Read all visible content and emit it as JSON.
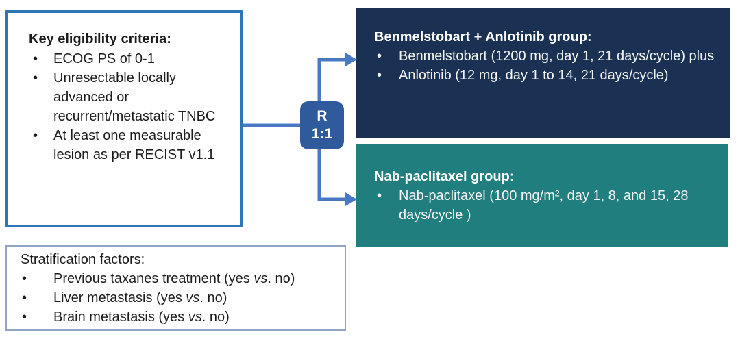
{
  "diagram": {
    "eligibility": {
      "title": "Key eligibility criteria:",
      "items": [
        "ECOG PS of 0-1",
        "Unresectable locally advanced or recurrent/metastatic TNBC",
        "At least one measurable lesion as per RECIST v1.1"
      ]
    },
    "randomization": {
      "symbol": "R",
      "ratio": "1:1"
    },
    "groups": [
      {
        "title": "Benmelstobart + Anlotinib group:",
        "items": [
          "Benmelstobart (1200 mg, day 1, 21 days/cycle) plus",
          "Anlotinib (12 mg, day 1 to 14, 21 days/cycle)"
        ]
      },
      {
        "title": "Nab-paclitaxel group:",
        "items": [
          "Nab-paclitaxel (100 mg/m², day 1, 8, and 15, 28 days/cycle )"
        ]
      }
    ],
    "stratification": {
      "title": "Stratification factors:",
      "items": [
        {
          "pre": "Previous taxanes treatment (yes ",
          "emph": "vs",
          "post": ". no)"
        },
        {
          "pre": "Liver metastasis (yes ",
          "emph": "vs",
          "post": ". no)"
        },
        {
          "pre": "Brain metastasis (yes ",
          "emph": "vs",
          "post": ". no)"
        }
      ]
    },
    "colors": {
      "eligibility_border": "#2E75B6",
      "arrow": "#4A79C4",
      "randomization_fill": "#2F5B9D",
      "group1_fill": "#1B3153",
      "group2_fill": "#217E7E",
      "stratification_border": "#90A5C8"
    }
  }
}
